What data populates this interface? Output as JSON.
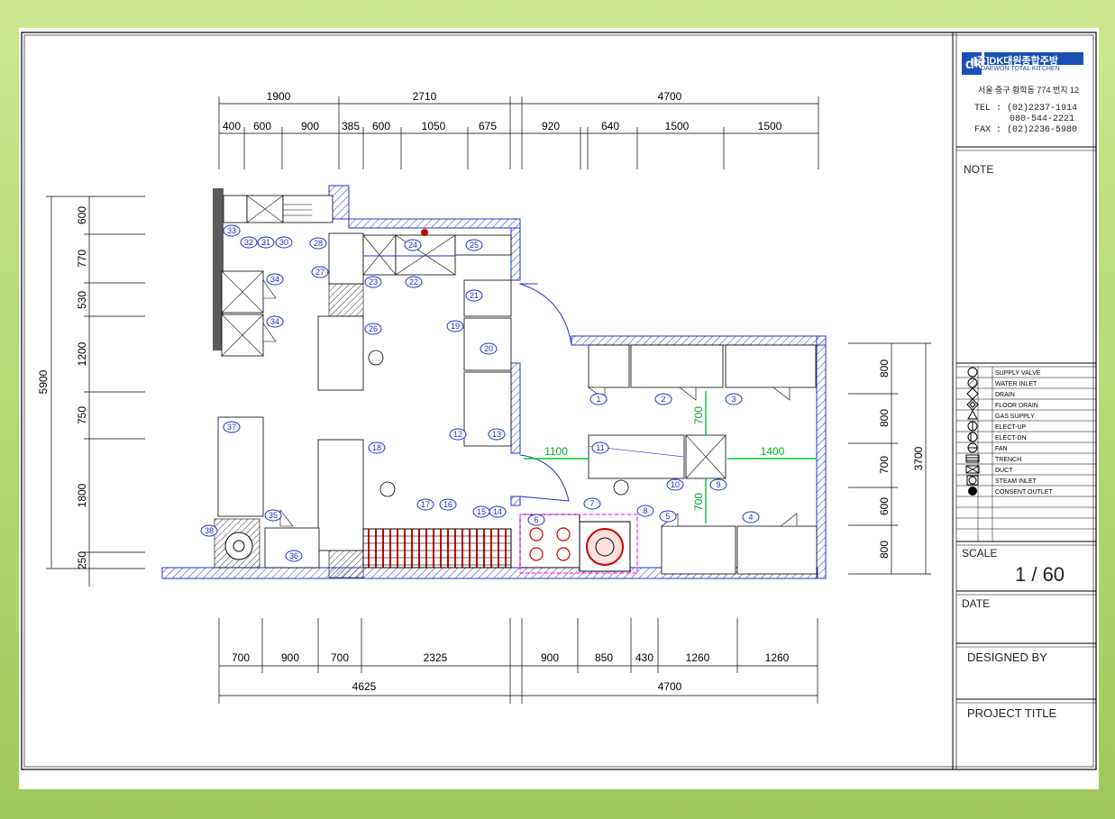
{
  "company": {
    "logo_mark": "dk",
    "name_kr": "[주]DK대원종합주방",
    "name_en": "DK DAEWON TOTAL KITCHEN",
    "address": "서울 중구 황학동 774 번지  12",
    "tel": "TEL : (02)2237-1914",
    "mobile": "080-544-2221",
    "fax": "FAX : (02)2236-5980"
  },
  "title_block": {
    "note_label": "NOTE",
    "scale_label": "SCALE",
    "scale_value": "1 / 60",
    "date_label": "DATE",
    "designed_by_label": "DESIGNED BY",
    "project_title_label": "PROJECT TITLE"
  },
  "legend": [
    {
      "symbol": "circle",
      "label": "SUPPLY VALVE"
    },
    {
      "symbol": "hatched-circle",
      "label": "WATER INLET"
    },
    {
      "symbol": "diamond-circle",
      "label": "DRAIN"
    },
    {
      "symbol": "double-diamond",
      "label": "FLOOR DRAIN"
    },
    {
      "symbol": "triangle",
      "label": "GAS SUPPLY"
    },
    {
      "symbol": "circle-bar",
      "label": "ELECT-UP"
    },
    {
      "symbol": "circle-bar2",
      "label": "ELECT-DN"
    },
    {
      "symbol": "circle-line",
      "label": "FAN"
    },
    {
      "symbol": "box-lines",
      "label": "TRENCH"
    },
    {
      "symbol": "box-x",
      "label": "DUCT"
    },
    {
      "symbol": "box-circle",
      "label": "STEAM INLET"
    },
    {
      "symbol": "filled-circle",
      "label": "CONSENT OUTLET"
    }
  ],
  "dimensions": {
    "top_totals": [
      "1900",
      "2710",
      "4700"
    ],
    "top_segments": [
      "400",
      "600",
      "900",
      "385",
      "600",
      "1050",
      "675",
      "920",
      "640",
      "1500",
      "1500"
    ],
    "left_total": "5900",
    "left_segments": [
      "600",
      "770",
      "530",
      "1200",
      "750",
      "1800",
      "250"
    ],
    "right_total": "3700",
    "right_segments": [
      "800",
      "800",
      "700",
      "600",
      "800"
    ],
    "bottom_segments": [
      "700",
      "900",
      "700",
      "2325",
      "900",
      "850",
      "430",
      "1260",
      "1260"
    ],
    "bottom_totals": [
      "4625",
      "4700"
    ],
    "inner_green": [
      "1100",
      "1400",
      "700",
      "700"
    ]
  },
  "equipment_tags": [
    "1",
    "2",
    "3",
    "4",
    "5",
    "6",
    "7",
    "8",
    "9",
    "10",
    "11",
    "12",
    "13",
    "14",
    "15",
    "16",
    "17",
    "18",
    "19",
    "20",
    "21",
    "22",
    "23",
    "24",
    "25",
    "26",
    "27",
    "28",
    "30",
    "31",
    "32",
    "33",
    "34",
    "34",
    "35",
    "36",
    "37",
    "38"
  ],
  "colors": {
    "background": "#b5d86f",
    "wall": "#2233cc",
    "dimension": "#000000",
    "inner_dimension": "#00cc33",
    "fixture": "#cc0000",
    "zone": "#ff00ff"
  }
}
